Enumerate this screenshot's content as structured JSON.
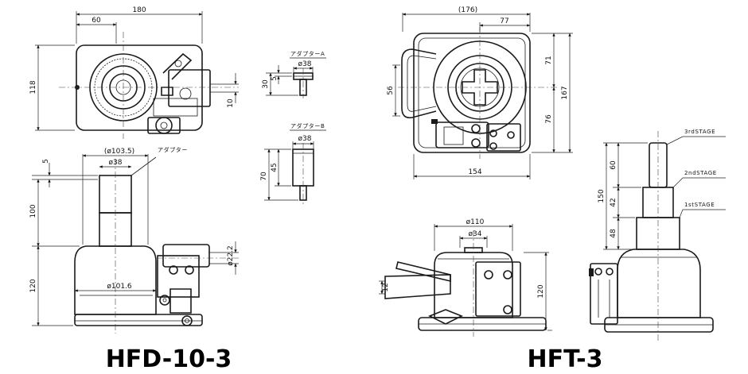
{
  "models": {
    "left": "HFD-10-3",
    "right": "HFT-3"
  },
  "hfd": {
    "top_width": "180",
    "handle_offset": "60",
    "top_depth": "118",
    "socket_depth": "10",
    "adapter_label": "アダプター",
    "outer_dia": "(ø103.5)",
    "ram_dia": "ø38",
    "ram_top": "5",
    "stroke": "100",
    "body_height": "120",
    "base_dia": "ø101.6",
    "pump_dia": "ø22.2"
  },
  "adapter_a": {
    "label": "アダプターA",
    "dia": "ø38",
    "height": "30",
    "step": "5"
  },
  "adapter_b": {
    "label": "アダプターB",
    "dia": "ø38",
    "height": "70",
    "body": "45"
  },
  "hft": {
    "top_width": "(176)",
    "half_width": "77",
    "upper_depth": "71",
    "lower_depth": "76",
    "total_depth": "167",
    "handle_depth": "56",
    "base_width": "154",
    "outer_dia": "ø110",
    "ram_dia": "ø34",
    "body_height": "120",
    "pump_height": "12",
    "stage3": "3rdSTAGE",
    "stage2": "2ndSTAGE",
    "stage1": "1stSTAGE",
    "s3": "60",
    "s2": "42",
    "s1": "48",
    "s_total": "150"
  }
}
